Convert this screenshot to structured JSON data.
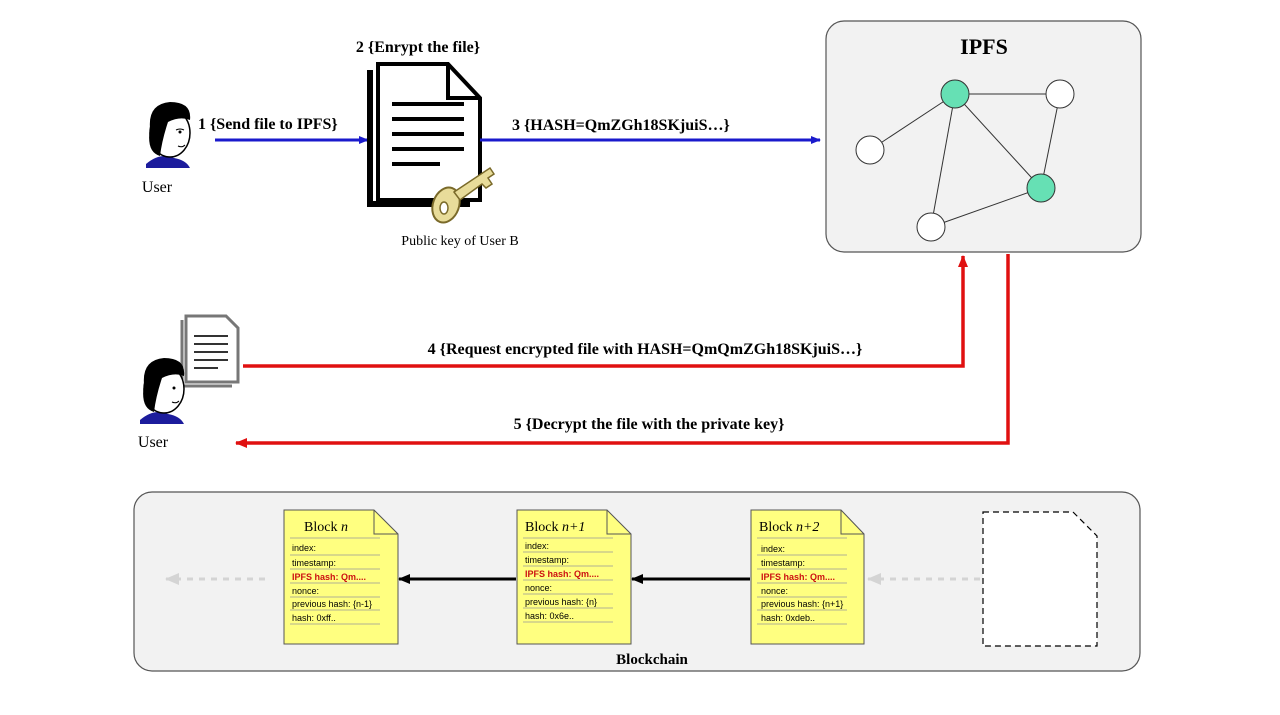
{
  "steps": {
    "s1": "1 {Send file to IPFS}",
    "s2": "2 {Enrypt the file}",
    "s3": "3 {HASH=QmZGh18SKjuiS…}",
    "s4": "4 {Request encrypted file with HASH=QmQmZGh18SKjuiS…}",
    "s5": "5 {Decrypt the file with the private key}"
  },
  "users": {
    "top": "User",
    "bottom": "User"
  },
  "key_label": "Public key of User B",
  "ipfs": {
    "title": "IPFS"
  },
  "blockchain": {
    "title": "Blockchain",
    "blocks": [
      {
        "name_prefix": "Block ",
        "name_var": "n",
        "index": "index:",
        "timestamp": "timestamp:",
        "ipfs_hash": "IPFS hash: Qm....",
        "nonce": "nonce:",
        "prev_hash": "previous hash: {n-1}",
        "hash": "hash: 0xff.."
      },
      {
        "name_prefix": "Block ",
        "name_var": "n+1",
        "index": "index:",
        "timestamp": "timestamp:",
        "ipfs_hash": "IPFS hash: Qm....",
        "nonce": "nonce:",
        "prev_hash": "previous hash: {n}",
        "hash": "hash: 0x6e.."
      },
      {
        "name_prefix": "Block ",
        "name_var": "n+2",
        "index": "index:",
        "timestamp": "timestamp:",
        "ipfs_hash": "IPFS hash: Qm....",
        "nonce": "nonce:",
        "prev_hash": "previous hash: {n+1}",
        "hash": "hash: 0xdeb.."
      }
    ]
  },
  "colors": {
    "blue_arrow": "#1a1acc",
    "red_arrow": "#e01010",
    "node_green": "#66e0b4",
    "block_fill": "#ffff80",
    "panel_fill": "#f2f2f2",
    "hash_red": "#cc1111",
    "user_shirt": "#1c1c9c"
  }
}
